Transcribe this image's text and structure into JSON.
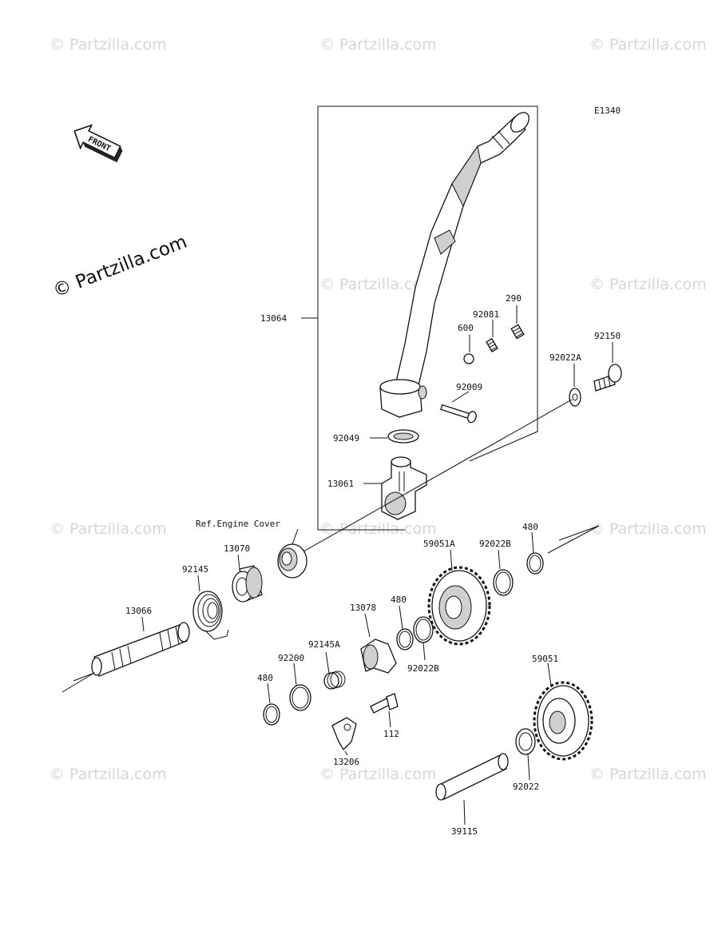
{
  "diagram_code": "E1340",
  "front_label": "FRONT",
  "ref_label": "Ref.Engine Cover",
  "watermark": "© Partzilla.com",
  "parts": {
    "p13064": "13064",
    "p290": "290",
    "p92081": "92081",
    "p600": "600",
    "p92150": "92150",
    "p92022A": "92022A",
    "p92009": "92009",
    "p92049": "92049",
    "p13061": "13061",
    "p13070": "13070",
    "p480a": "480",
    "p59051A": "59051A",
    "p92022B_a": "92022B",
    "p92145": "92145",
    "p13078": "13078",
    "p480b": "480",
    "p13066": "13066",
    "p92145A": "92145A",
    "p92022B_b": "92022B",
    "p92200": "92200",
    "p480c": "480",
    "p59051": "59051",
    "p112": "112",
    "p13206": "13206",
    "p92022": "92022",
    "p39115": "39115"
  }
}
